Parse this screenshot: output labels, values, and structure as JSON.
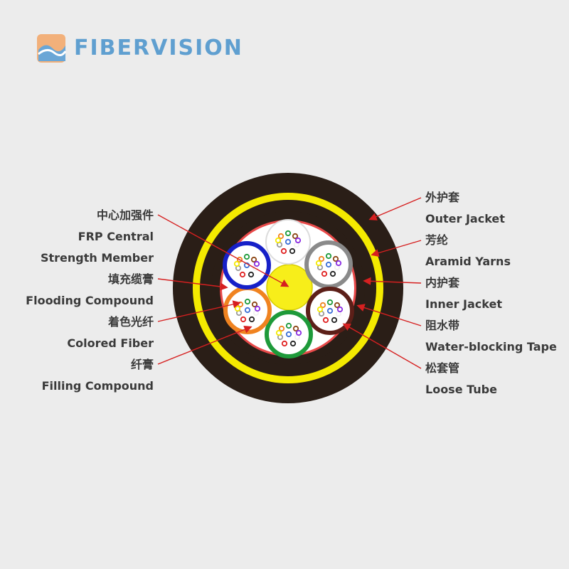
{
  "brand": {
    "name": "FIBERVISION"
  },
  "left_labels": [
    {
      "text": "中心加强件"
    },
    {
      "text": "FRP Central"
    },
    {
      "text": "Strength Member"
    },
    {
      "text": "填充缆膏"
    },
    {
      "text": "Flooding Compound"
    },
    {
      "text": "着色光纤"
    },
    {
      "text": "Colored Fiber"
    },
    {
      "text": "纤膏"
    },
    {
      "text": "Filling Compound"
    }
  ],
  "right_labels": [
    {
      "text": "外护套"
    },
    {
      "text": "Outer Jacket"
    },
    {
      "text": "芳纶"
    },
    {
      "text": "Aramid Yarns"
    },
    {
      "text": "内护套"
    },
    {
      "text": "Inner Jacket"
    },
    {
      "text": "阻水带"
    },
    {
      "text": "Water-blocking Tape"
    },
    {
      "text": "松套管"
    },
    {
      "text": "Loose Tube"
    }
  ],
  "colors": {
    "outer_jacket": "#2a1e17",
    "aramid": "#f4ea00",
    "inner_jacket": "#2a1e17",
    "water_blocking": "#e94a4a",
    "core_fill": "#ffffff",
    "frp": "#f7ee1a",
    "arrow": "#d62020",
    "tube_blue": "#1620c8",
    "tube_gray": "#8a8a8a",
    "tube_orange": "#f08320",
    "tube_brown": "#5c1f18",
    "tube_green": "#1e9a3a",
    "tube_white": "#f2f2f2"
  }
}
